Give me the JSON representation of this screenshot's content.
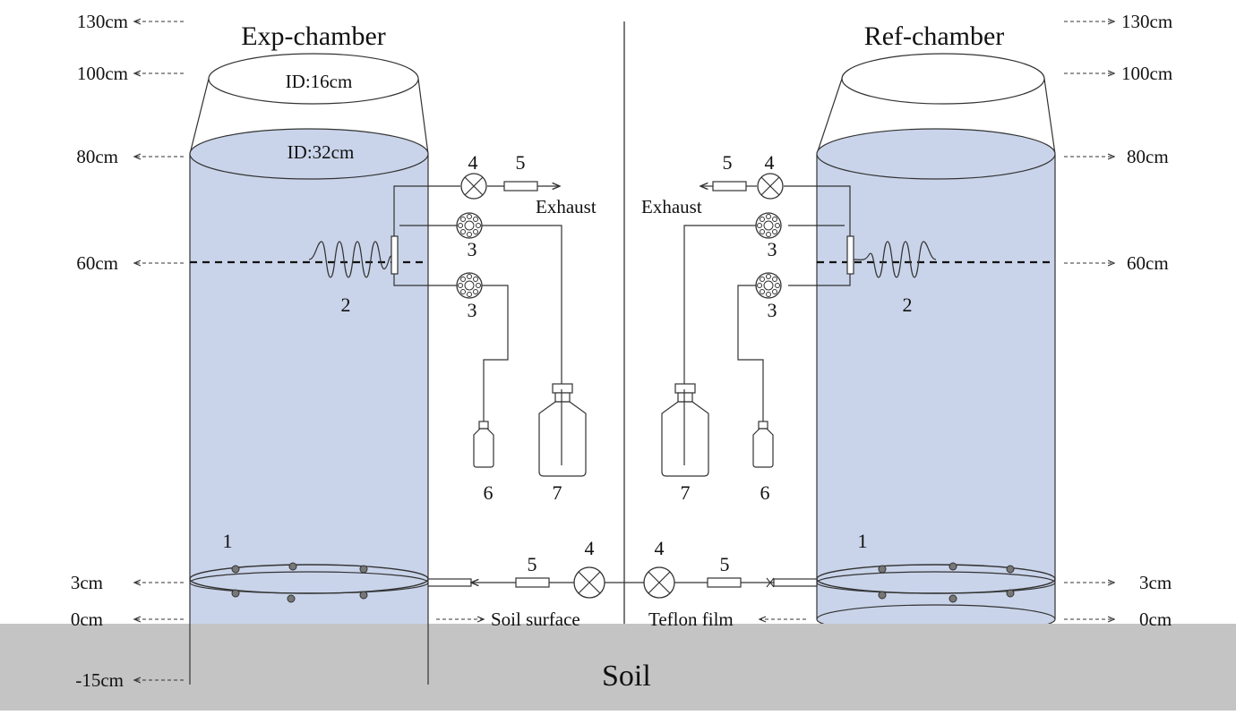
{
  "titles": {
    "exp": "Exp-chamber",
    "ref": "Ref-chamber"
  },
  "heights": {
    "left": [
      "130cm",
      "100cm",
      "80cm",
      "60cm",
      "3cm",
      "0cm",
      "-15cm"
    ],
    "right": [
      "130cm",
      "100cm",
      "80cm",
      "60cm",
      "3cm",
      "0cm"
    ]
  },
  "dimensions": {
    "top_id": "ID:16cm",
    "body_id": "ID:32cm"
  },
  "numbers": {
    "n1": "1",
    "n2": "2",
    "n3": "3",
    "n4": "4",
    "n5": "5",
    "n6": "6",
    "n7": "7"
  },
  "labels": {
    "exhaust": "Exhaust",
    "soil_surface": "Soil surface",
    "teflon_film": "Teflon film",
    "soil": "Soil"
  },
  "colors": {
    "chamber_fill": "#c9d4ea",
    "soil": "#c4c4c4",
    "line": "#333333"
  }
}
